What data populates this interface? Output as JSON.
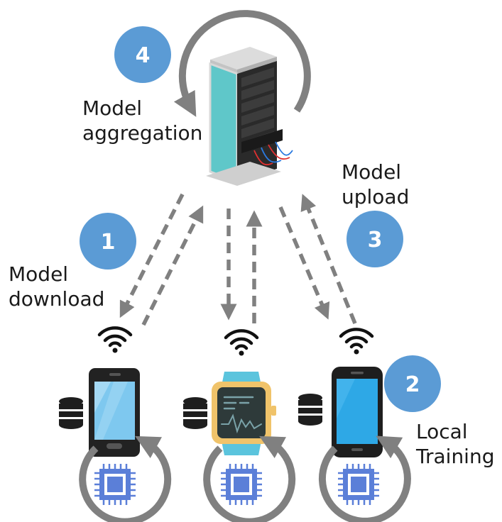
{
  "steps": [
    {
      "number": "1",
      "label_line1": "Model",
      "label_line2": "download"
    },
    {
      "number": "2",
      "label_line1": "Local",
      "label_line2": "Training"
    },
    {
      "number": "3",
      "label_line1": "Model",
      "label_line2": "upload"
    },
    {
      "number": "4",
      "label_line1": "Model",
      "label_line2": "aggregation"
    }
  ],
  "colors": {
    "step_circle": "#5b9bd5",
    "arrow": "#808080",
    "server_glass": "#5fc7c9",
    "phone_screen": "#7ec8ef",
    "watch_band": "#5bc4dd",
    "watch_frame": "#f0c36a",
    "chip": "#5b7fd8"
  },
  "icons": [
    "server-rack-icon",
    "smartphone-icon",
    "smartwatch-icon",
    "wifi-icon",
    "database-icon",
    "cpu-chip-icon"
  ]
}
